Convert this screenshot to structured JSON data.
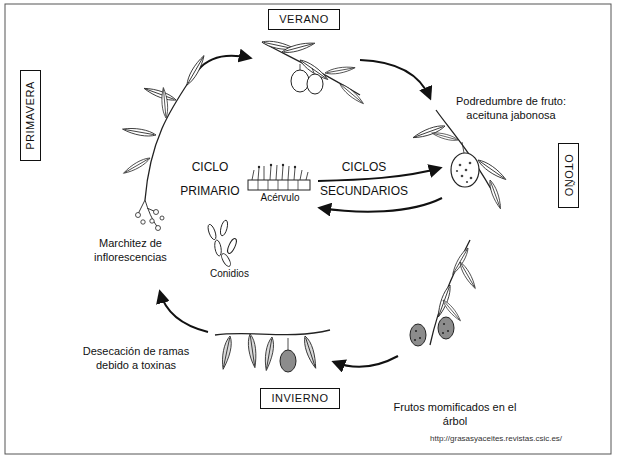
{
  "diagram": {
    "nodes": [
      {
        "text": [
          "VERANO"
        ]
      },
      {
        "text": [
          "PRIMAVERA"
        ]
      },
      {
        "text": [
          "OTOÑO"
        ]
      },
      {
        "text": [
          "INVIERNO"
        ]
      }
    ],
    "labels": [
      "Podredumbre de fruto: aceituna jabonosa",
      "CICLO PRIMARIO",
      "CICLOS SECUNDARIOS",
      "Acérvulo",
      "Marchitez de inflorescencias",
      "Conidios",
      "Desecación de ramas debido a toxinas",
      "Frutos momificados en el árbol",
      "http://grasasyaceites.revistas.csic.es/"
    ]
  }
}
